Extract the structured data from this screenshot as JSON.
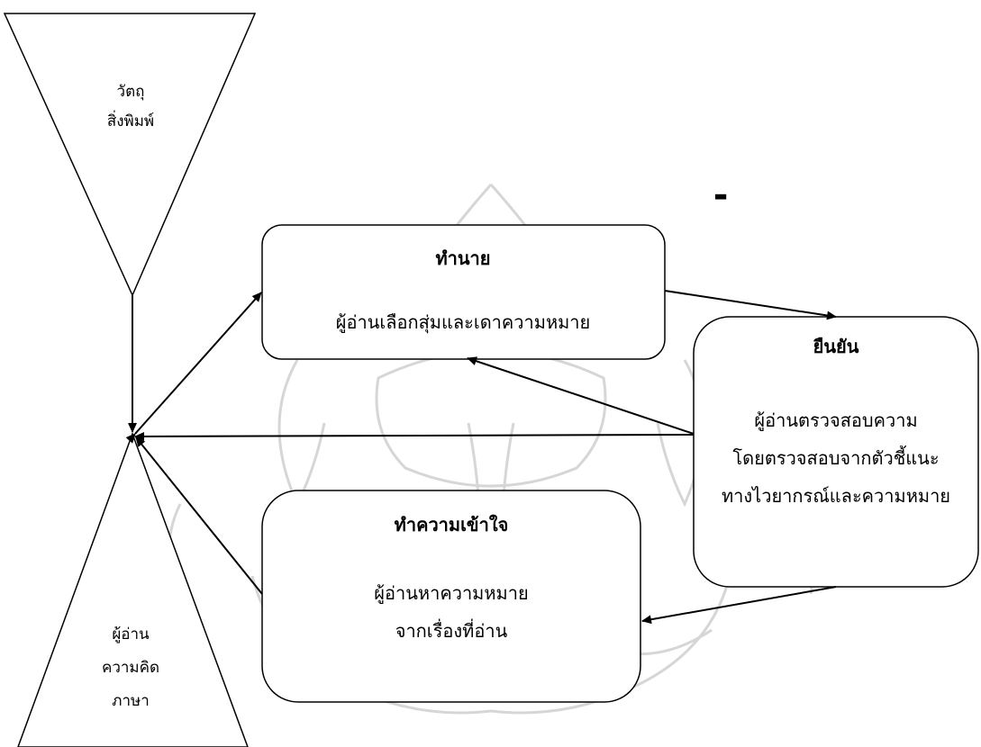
{
  "top_triangle": {
    "line1": "วัตถุ",
    "line2": "สิ่งพิมพ์"
  },
  "bottom_triangle": {
    "line1": "ผู้อ่าน",
    "line2": "ความคิด",
    "line3": "ภาษา"
  },
  "predict_box": {
    "title": "ทำนาย",
    "text": "ผู้อ่านเลือกสุ่มและเดาความหมาย"
  },
  "confirm_box": {
    "title": "ยืนยัน",
    "line1": "ผู้อ่านตรวจสอบความ",
    "line2": "โดยตรวจสอบจากตัวชี้แนะ",
    "line3": "ทางไวยากรณ์และความหมาย"
  },
  "comprehend_box": {
    "title": "ทำความเข้าใจ",
    "line1": "ผู้อ่านหาความหมาย",
    "line2": "จากเรื่องที่อ่าน"
  },
  "stray_mark": "-"
}
